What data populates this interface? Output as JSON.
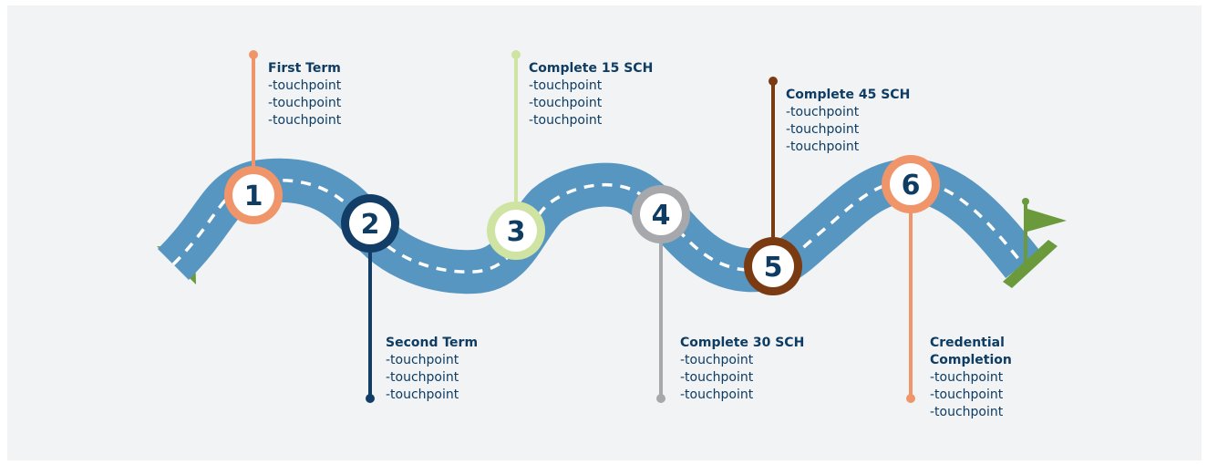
{
  "milestones": [
    {
      "number": "1",
      "title": "First Term",
      "items": [
        "-touchpoint",
        "-touchpoint",
        "-touchpoint"
      ],
      "color": "#f0956a"
    },
    {
      "number": "2",
      "title": "Second Term",
      "items": [
        "-touchpoint",
        "-touchpoint",
        "-touchpoint"
      ],
      "color": "#123d66"
    },
    {
      "number": "3",
      "title": "Complete 15 SCH",
      "items": [
        "-touchpoint",
        "-touchpoint",
        "-touchpoint"
      ],
      "color": "#cfe3a3"
    },
    {
      "number": "4",
      "title": "Complete 30 SCH",
      "items": [
        "-touchpoint",
        "-touchpoint",
        "-touchpoint"
      ],
      "color": "#a6a8ab"
    },
    {
      "number": "5",
      "title": "Complete 45 SCH",
      "items": [
        "-touchpoint",
        "-touchpoint",
        "-touchpoint"
      ],
      "color": "#7a3a12"
    },
    {
      "number": "6",
      "title": "Credential\nCompletion",
      "items": [
        "-touchpoint",
        "-touchpoint",
        "-touchpoint"
      ],
      "color": "#f0956a"
    }
  ],
  "colors": {
    "road": "#5896c2",
    "road_dash": "#ffffff",
    "flag": "#6a9a3c",
    "text": "#0e3c63",
    "background": "#f1f3f4"
  }
}
